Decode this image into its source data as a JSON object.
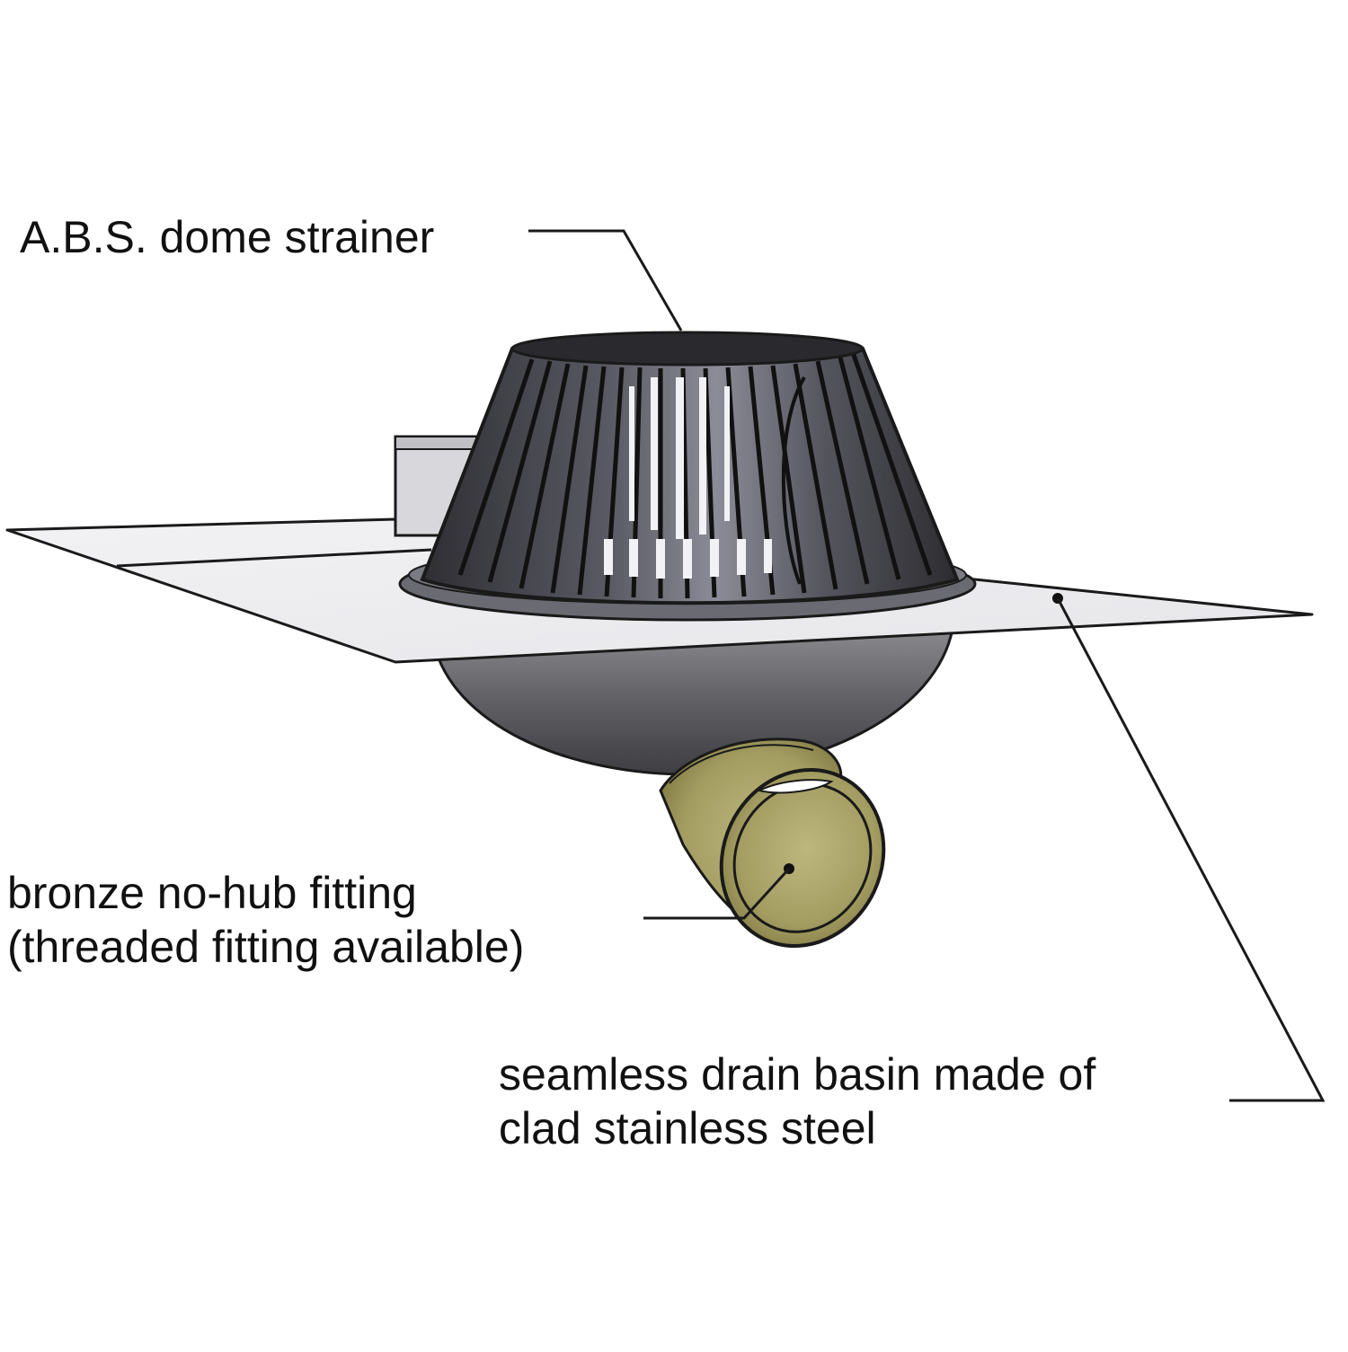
{
  "diagram": {
    "subject": "roof drain assembly",
    "callouts": [
      {
        "id": "strainer",
        "lines": [
          "A.B.S. dome strainer"
        ]
      },
      {
        "id": "fitting",
        "lines": [
          "bronze no-hub fitting",
          "(threaded fitting available)"
        ]
      },
      {
        "id": "basin",
        "lines": [
          "seamless drain basin made of",
          "clad stainless steel"
        ]
      }
    ],
    "colors": {
      "background": "#ffffff",
      "text": "#111111",
      "leader_line": "#1a1a1a",
      "flashing_sheet": "#ececee",
      "strainer_dark": "#3a3a40",
      "strainer_mid": "#6a6a74",
      "basin_gray": "#6e6e72",
      "bronze": "#a8a26a"
    }
  }
}
